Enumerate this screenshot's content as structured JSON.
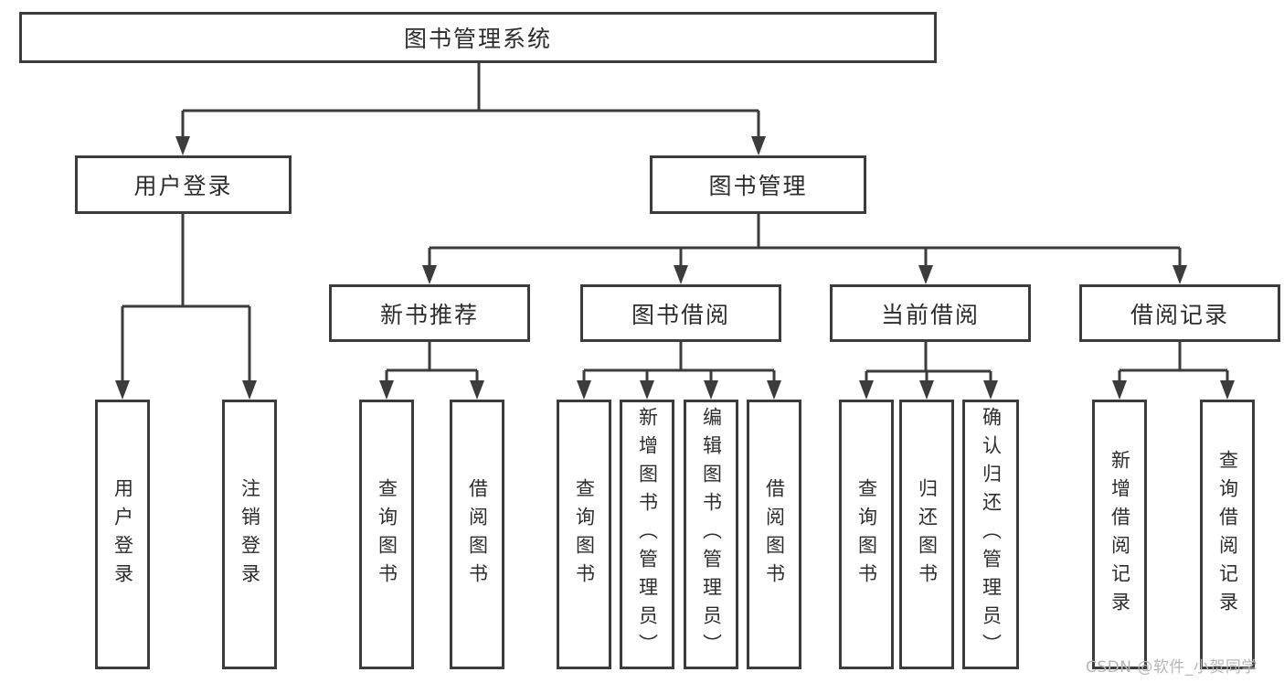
{
  "diagram": {
    "root": {
      "label": "图书管理系统"
    },
    "branches": [
      {
        "label": "用户登录",
        "children": [
          {
            "label": "用户登录"
          },
          {
            "label": "注销登录"
          }
        ]
      },
      {
        "label": "图书管理",
        "children": [
          {
            "label": "新书推荐",
            "children": [
              {
                "label": "查询图书"
              },
              {
                "label": "借阅图书"
              }
            ]
          },
          {
            "label": "图书借阅",
            "children": [
              {
                "label": "查询图书"
              },
              {
                "label": "新增图书（管理员）"
              },
              {
                "label": "编辑图书（管理员）"
              },
              {
                "label": "借阅图书"
              }
            ]
          },
          {
            "label": "当前借阅",
            "children": [
              {
                "label": "查询图书"
              },
              {
                "label": "归还图书"
              },
              {
                "label": "确认归还（管理员）"
              }
            ]
          },
          {
            "label": "借阅记录",
            "children": [
              {
                "label": "新增借阅记录"
              },
              {
                "label": "查询借阅记录"
              }
            ]
          }
        ]
      }
    ]
  },
  "watermark": {
    "text": "CSDN @软件_小贺同学"
  },
  "colors": {
    "line": "#3c3c3c",
    "text": "#2d2d2d",
    "watermark": "#b6b6b6",
    "background": "#ffffff"
  }
}
